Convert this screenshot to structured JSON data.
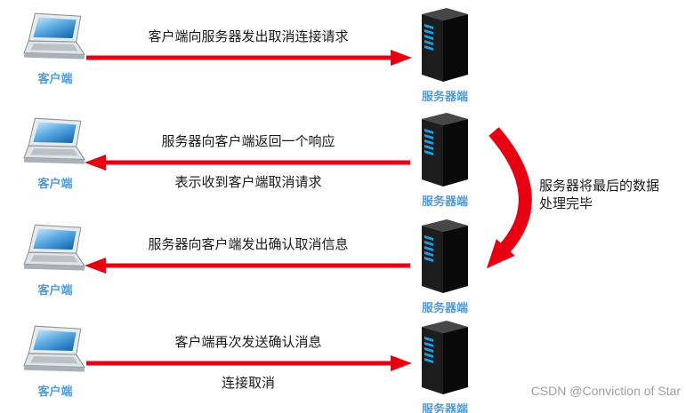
{
  "nodes": {
    "client_label": "客户端",
    "server_label": "服务器端"
  },
  "rows": [
    {
      "direction": "right",
      "text_above": "客户端向服务器发出取消连接请求"
    },
    {
      "direction": "left",
      "text_above": "服务器向客户端返回一个响应",
      "text_below": "表示收到客户端取消请求"
    },
    {
      "direction": "left",
      "text_above": "服务器向客户端发出确认取消信息"
    },
    {
      "direction": "right",
      "text_above": "客户端再次发送确认消息",
      "text_below": "连接取消"
    }
  ],
  "side_note": {
    "line1": "服务器将最后的数据",
    "line2": "处理完毕"
  },
  "watermark": "CSDN @Conviction of Star",
  "colors": {
    "arrow_red": "#e60012",
    "node_label_blue": "#4f9bd8",
    "message_text": "#1a1a1a",
    "watermark_gray": "#a0a0a0"
  }
}
